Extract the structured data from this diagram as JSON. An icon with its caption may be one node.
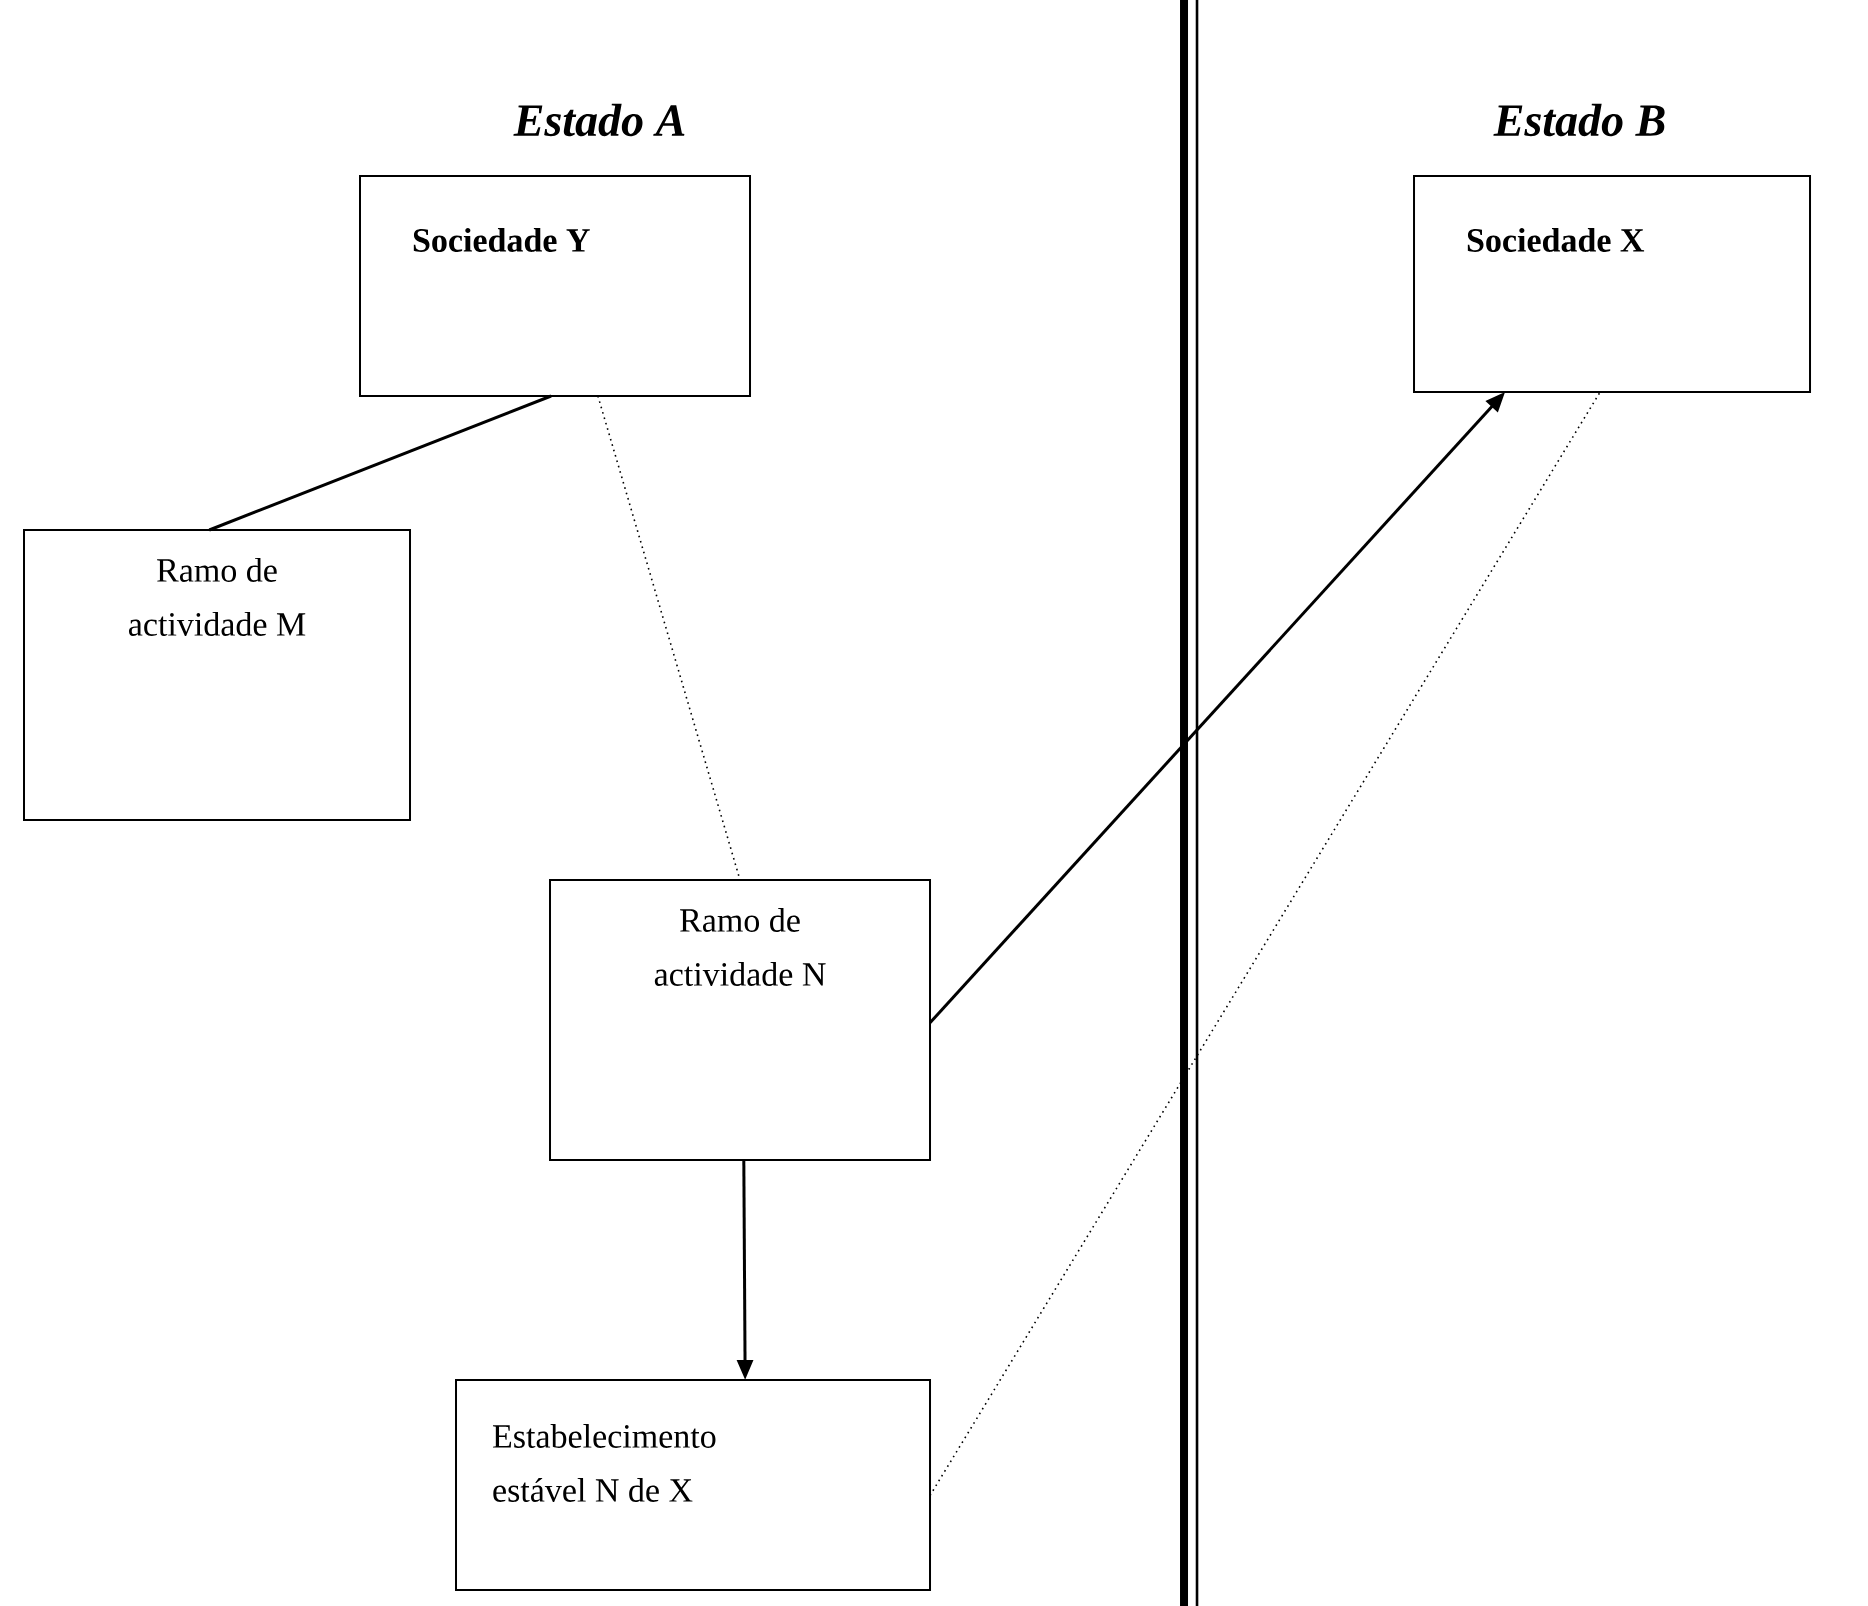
{
  "diagram": {
    "nodes": [
      {
        "text": [
          "Sociedade Y"
        ]
      },
      {
        "text": [
          "Sociedade X"
        ]
      },
      {
        "text": [
          "Ramo de actividade M"
        ]
      },
      {
        "text": [
          "Ramo de actividade N"
        ]
      },
      {
        "text": [
          "Estabelecimento estável N de X"
        ]
      }
    ],
    "edges": [
      {
        "from": 0,
        "to": 2,
        "arrow": "none"
      },
      {
        "from": 0,
        "to": 3,
        "arrow": "none",
        "style": "dashed"
      },
      {
        "from": 3,
        "to": 1,
        "arrow": "to"
      },
      {
        "from": 3,
        "to": 4,
        "arrow": "to"
      },
      {
        "from": 4,
        "to": 1,
        "arrow": "none",
        "style": "dashed"
      }
    ],
    "labels": [
      "Estado A",
      "Estado B"
    ]
  }
}
